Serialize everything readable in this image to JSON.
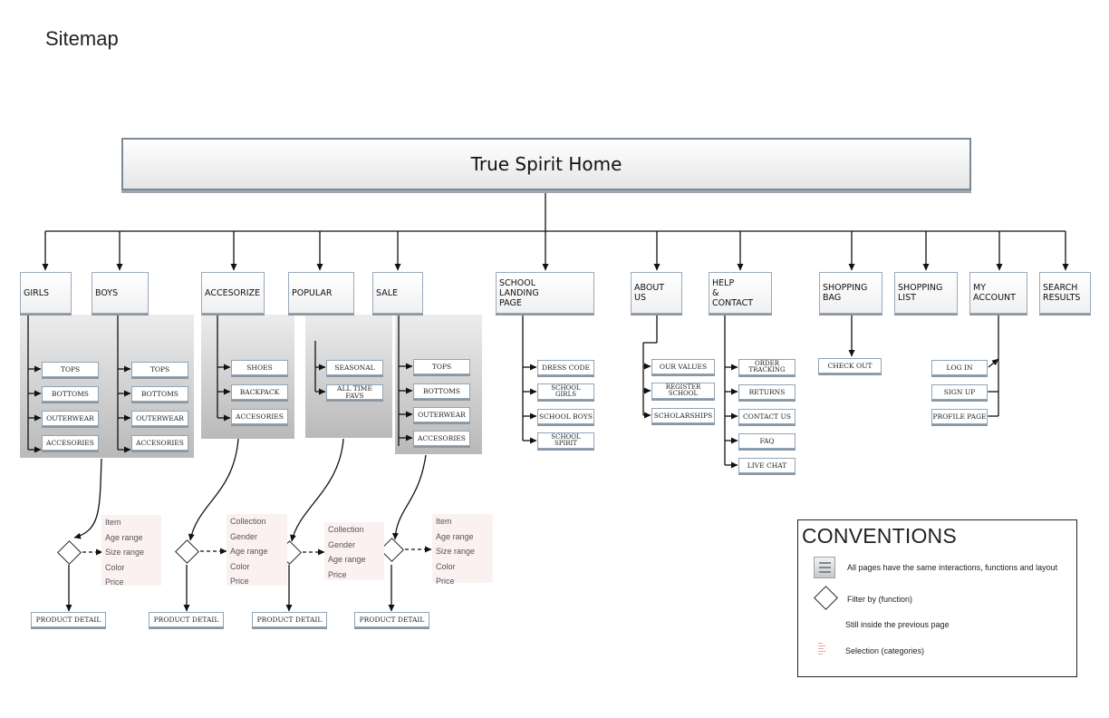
{
  "title": "Sitemap",
  "home": "True Spirit Home",
  "nav": {
    "girls": "GIRLS",
    "boys": "BOYS",
    "accesorize": "ACCESORIZE",
    "popular": "POPULAR",
    "sale": "SALE",
    "school": [
      "SCHOOL",
      "LANDING",
      "PAGE"
    ],
    "about": [
      "ABOUT",
      "US"
    ],
    "help": [
      "HELP",
      "&",
      "CONTACT"
    ],
    "shopping_bag": [
      "SHOPPING",
      "BAG"
    ],
    "shopping_list": [
      "SHOPPING",
      "LIST"
    ],
    "my_account": [
      "MY",
      "ACCOUNT"
    ],
    "search_results": [
      "SEARCH",
      "RESULTS"
    ]
  },
  "pages": {
    "tops": "TOPS",
    "bottoms": "BOTTOMS",
    "outerwear": "OUTERWEAR",
    "accesories": "ACCESORIES",
    "shoes": "SHOES",
    "backpack": "BACKPACK",
    "seasonal": "SEASONAL",
    "all_time_favs": "ALL TIME FAVS",
    "dress_code": "DRESS CODE",
    "school_girls": [
      "SCHOOL",
      "GIRLS"
    ],
    "school_boys": "SCHOOL BOYS",
    "school_spirit": [
      "SCHOOL",
      "SPIRIT"
    ],
    "our_values": "OUR VALUES",
    "register_school": [
      "REGISTER",
      "SCHOOL"
    ],
    "scholarships": "SCHOLARSHIPS",
    "order_tracking": [
      "ORDER",
      "TRACKING"
    ],
    "returns": "RETURNS",
    "contact_us": "CONTACT US",
    "faq": "FAQ",
    "live_chat": "LIVE CHAT",
    "check_out": "CHECK OUT",
    "log_in": "LOG IN",
    "sign_up": "SIGN UP",
    "profile_page": "PROFILE PAGE",
    "product_detail": "PRODUCT DETAIL"
  },
  "filters": {
    "apparel": [
      "Item",
      "Age range",
      "Size range",
      "Color",
      "Price"
    ],
    "accesorize": [
      "Collection",
      "Gender",
      "Age range",
      "Color",
      "Price"
    ],
    "popular": [
      "Collection",
      "Gender",
      "Age range",
      "Price"
    ],
    "sale": [
      "Item",
      "Age range",
      "Size range",
      "Color",
      "Price"
    ]
  },
  "conventions": {
    "title": "CONVENTIONS",
    "same_layout": "All pages have the same interactions, functions and layout",
    "filter": "Filter by (function)",
    "still_inside": "Still inside the previous page",
    "selection": "Selection (categories)"
  },
  "icons": [
    "page-stack-icon",
    "diamond-icon",
    "dashed-arrow-icon",
    "selection-list-icon"
  ]
}
